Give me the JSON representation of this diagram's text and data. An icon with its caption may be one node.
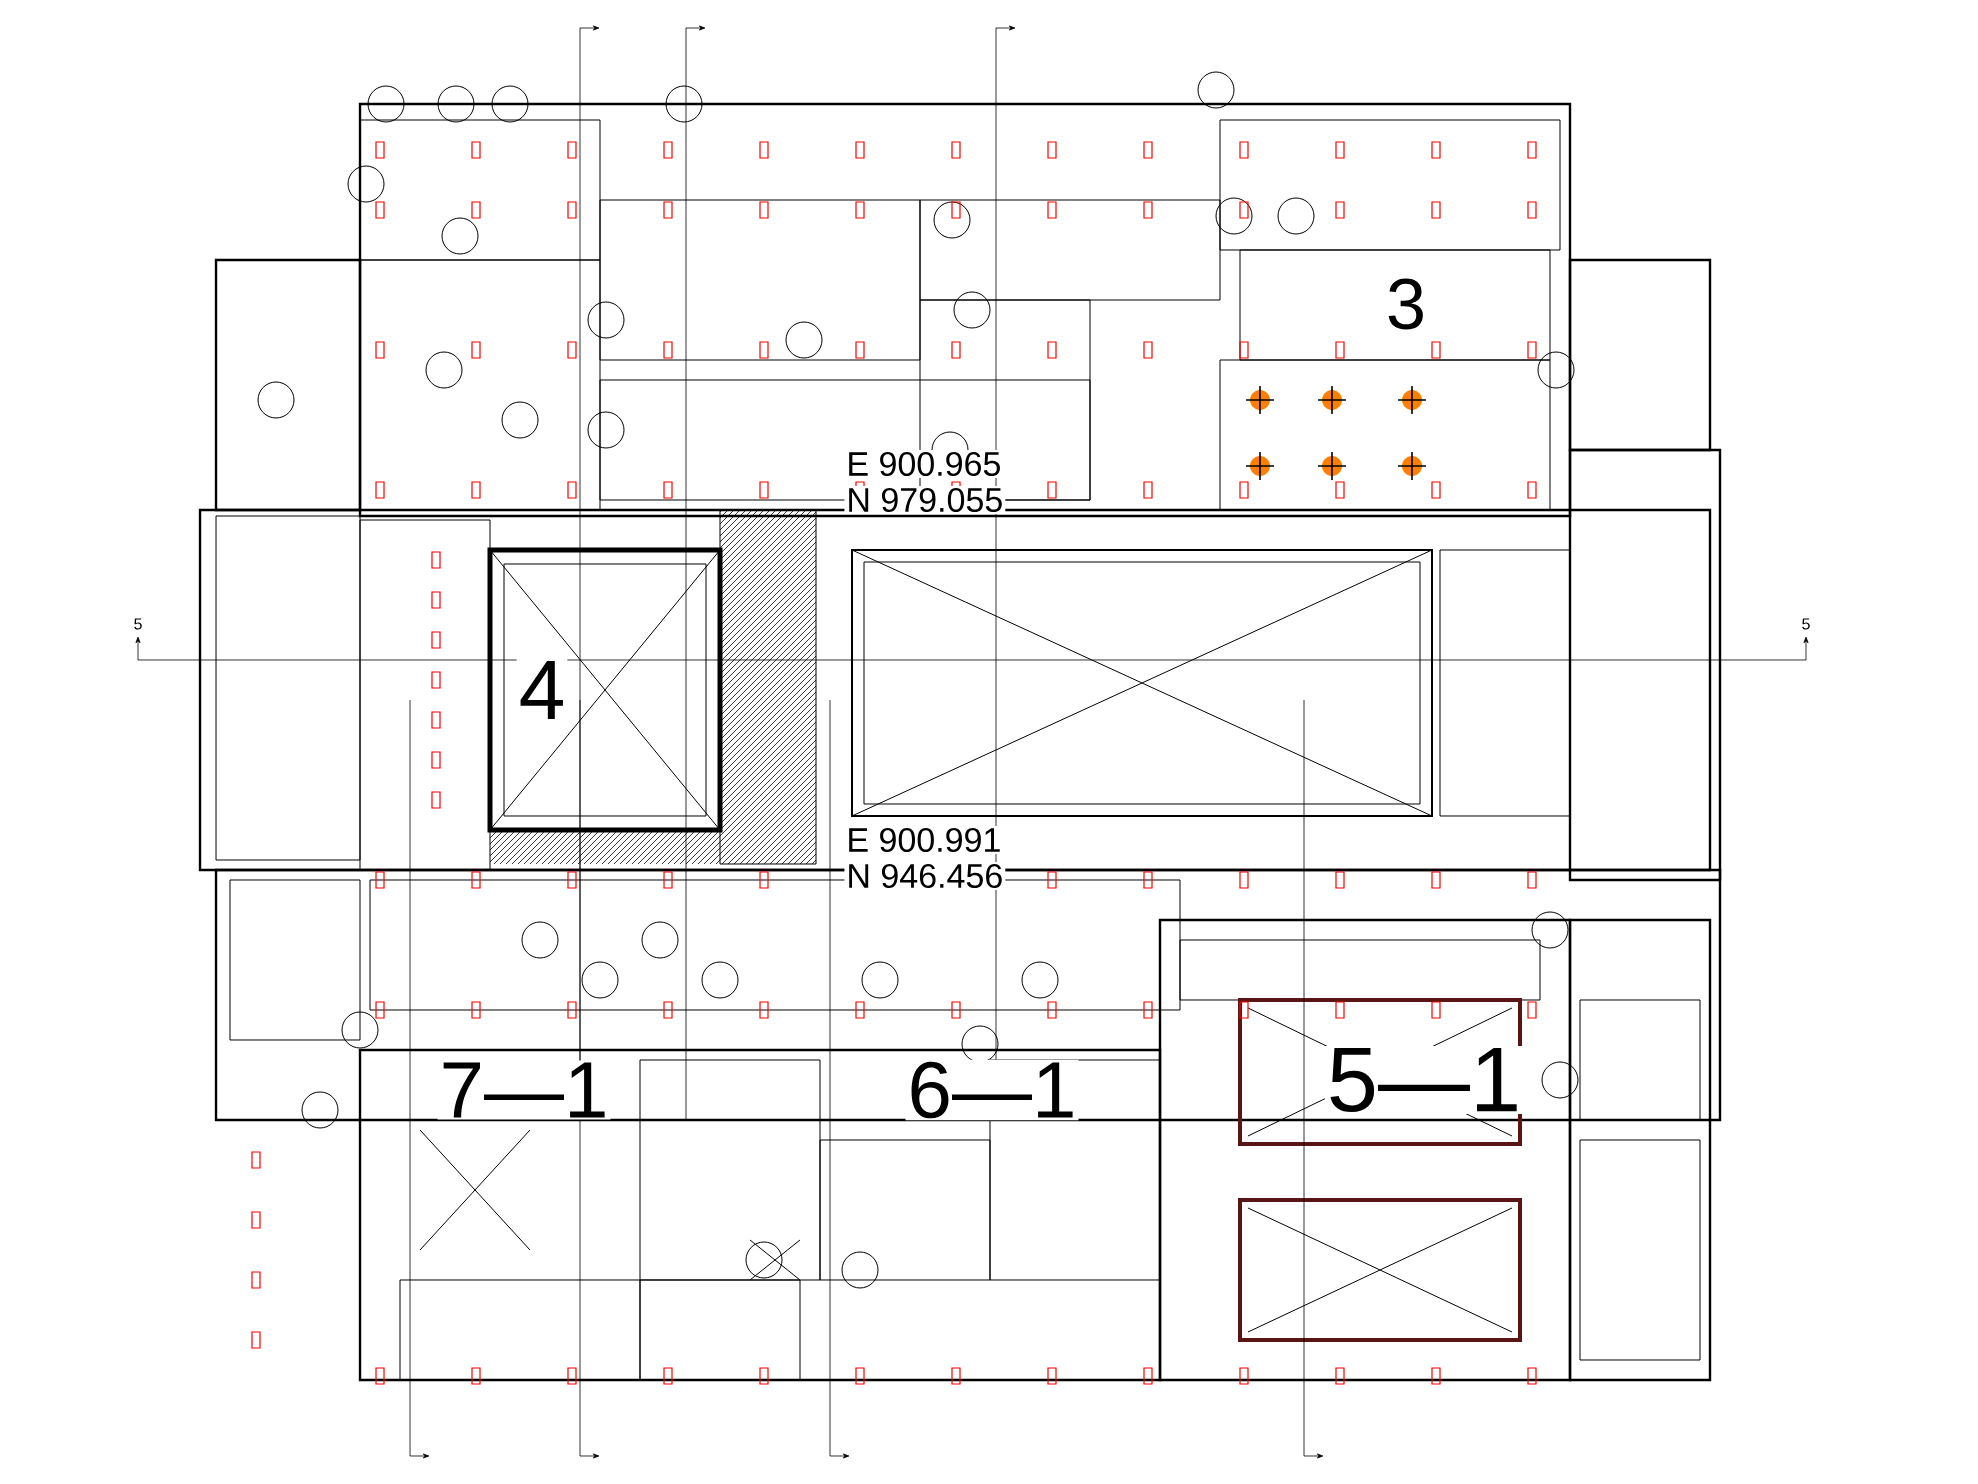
{
  "diagram": {
    "labels": [
      "E 900.965",
      "N 979.055",
      "E 900.991",
      "N 946.456",
      "4",
      "3",
      "5—1",
      "6—1",
      "7—1",
      "5",
      "5"
    ]
  }
}
